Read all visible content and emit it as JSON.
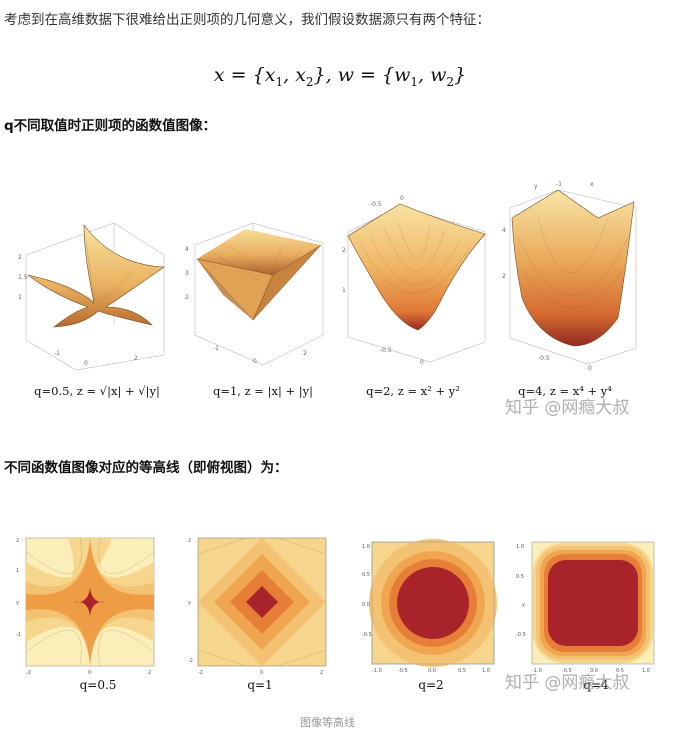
{
  "intro": "考虑到在高维数据下很难给出正则项的几何意义，我们假设数据源只有两个特征：",
  "formula": {
    "lhs1": "x",
    "rhs1_a": "x",
    "sub1": "1",
    "rhs1_b": "x",
    "sub2": "2",
    "lhs2": "w",
    "rhs2_a": "w",
    "rhs2_b": "w"
  },
  "heading_surfaces": "q不同取值时正则项的函数值图像：",
  "heading_contours": "不同函数值图像对应的等高线（即俯视图）为：",
  "surface_captions": [
    "q=0.5, z = √|x| + √|y|",
    "q=1, z = |x| + |y|",
    "q=2, z = x² + y²",
    "q=4, z = x⁴ + y⁴"
  ],
  "contour_captions": [
    "q=0.5",
    "q=1",
    "q=2",
    "q=4"
  ],
  "watermark": "知乎 @网瘾大叔",
  "bottom_caption": "图像等高线",
  "colors": {
    "light": "#fbeeb8",
    "mid": "#f4c270",
    "orange": "#eb8a3c",
    "dark": "#a8242a"
  }
}
